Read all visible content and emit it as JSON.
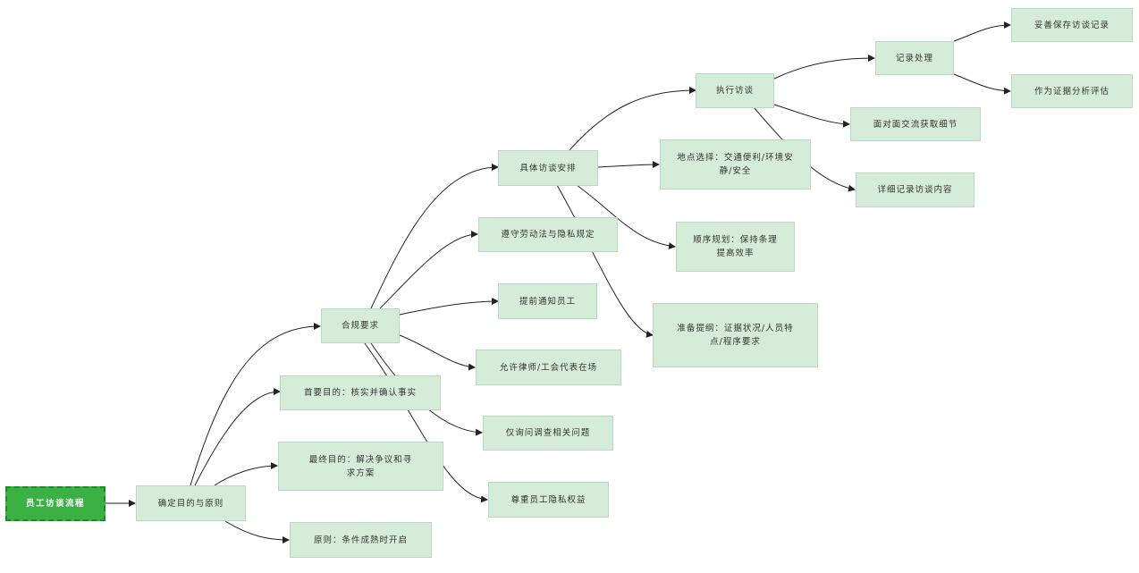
{
  "nodes": {
    "root": "员工访谈流程",
    "purpose": "确定目的与原则",
    "compliance": "合规要求",
    "primary_goal": "首要目的：核实并确认事实",
    "final_goal": "最终目的：解决争议和寻求方案",
    "principle": "原则：条件成熟时开启",
    "arrangement": "具体访谈安排",
    "labor_law": "遵守劳动法与隐私规定",
    "notify": "提前通知员工",
    "lawyer": "允许律师/工会代表在场",
    "only_ask": "仅询问调查相关问题",
    "respect": "尊重员工隐私权益",
    "execute": "执行访谈",
    "location": "地点选择：交通便利/环境安静/安全",
    "order": "顺序规划：保持条理提高效率",
    "outline": "准备提纲：证据状况/人员特点/程序要求",
    "record": "记录处理",
    "face": "面对面交流获取细节",
    "detail": "详细记录访谈内容",
    "keep": "妥善保存访谈记录",
    "evidence": "作为证据分析评估"
  }
}
